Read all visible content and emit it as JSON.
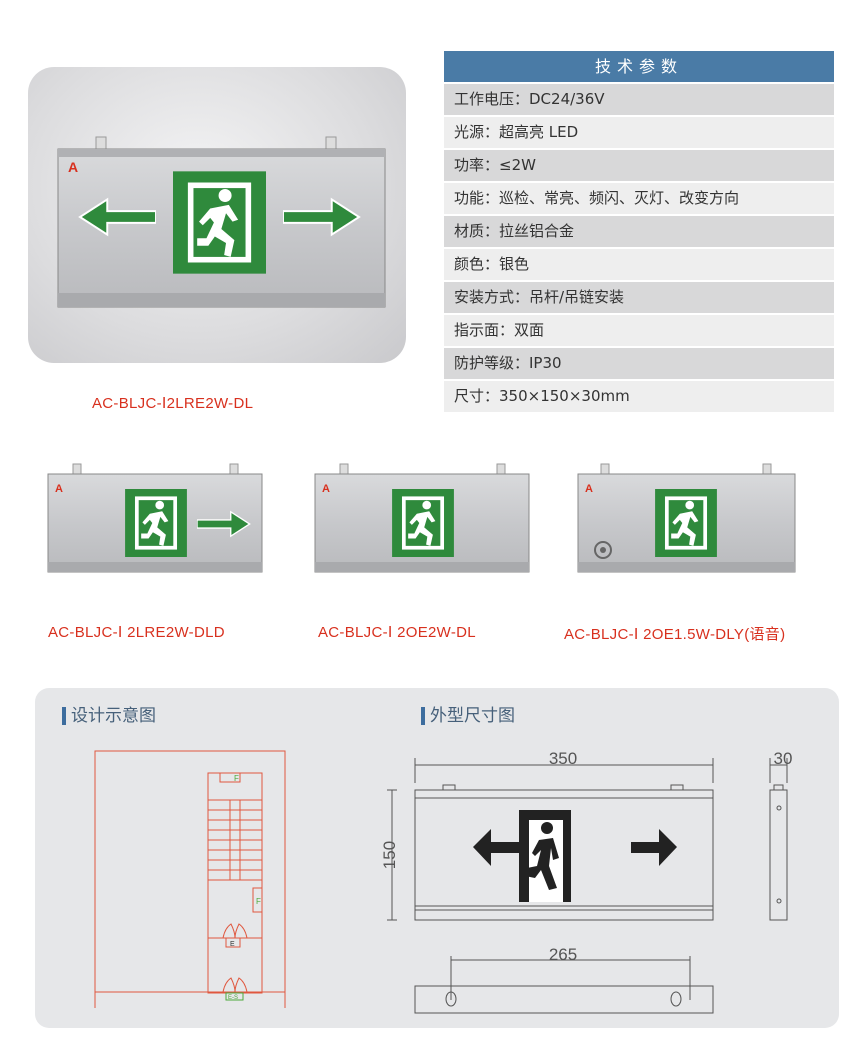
{
  "main_product": {
    "model": "AC-BLJC-Ⅰ2LRE2W-DL"
  },
  "spec_table": {
    "title": "技术参数",
    "rows": [
      "工作电压：DC24/36V",
      "光源：超高亮 LED",
      "功率：≤2W",
      "功能：巡检、常亮、频闪、灭灯、改变方向",
      "材质：拉丝铝合金",
      "颜色：银色",
      "安装方式：吊杆/吊链安装",
      "指示面：双面",
      "防护等级：IP30",
      "尺寸：350×150×30mm"
    ]
  },
  "variants": [
    {
      "model": "AC-BLJC-Ⅰ 2LRE2W-DLD"
    },
    {
      "model": "AC-BLJC-Ⅰ 2OE2W-DL"
    },
    {
      "model": "AC-BLJC-Ⅰ 2OE1.5W-DLY(语音)"
    }
  ],
  "diagram": {
    "design_title": "设计示意图",
    "dimension_title": "外型尺寸图",
    "width_label": "350",
    "height_label": "150",
    "depth_label": "30",
    "hole_spacing_label": "265",
    "plan_labels": [
      "F",
      "F",
      "E",
      "E-S"
    ]
  },
  "colors": {
    "accent_red": "#d8301e",
    "header_blue": "#4a7ba6",
    "sign_green": "#2f8a3c"
  }
}
